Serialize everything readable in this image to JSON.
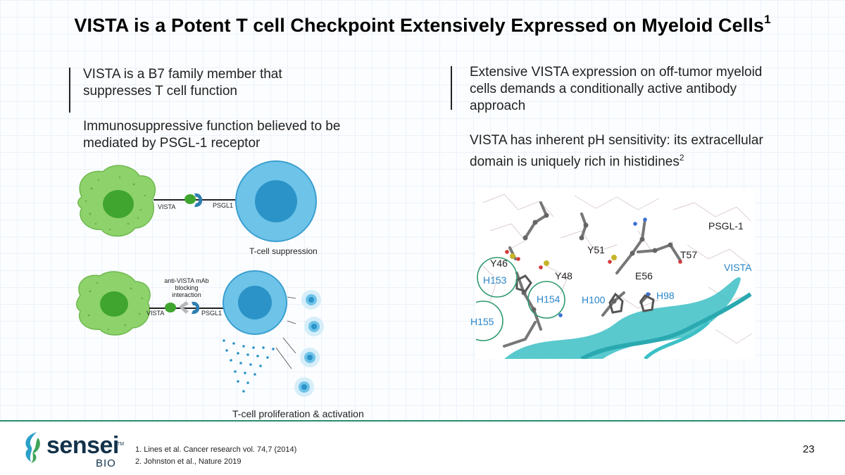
{
  "title": {
    "text": "VISTA is a Potent T cell Checkpoint Extensively Expressed on Myeloid Cells",
    "sup": "1"
  },
  "left": {
    "para1": "VISTA is a B7 family member that suppresses T cell function",
    "para2": "Immunosuppressive function believed to be mediated by PSGL-1 receptor"
  },
  "right": {
    "para1": "Extensive VISTA expression on off-tumor myeloid cells demands a conditionally active antibody approach",
    "para2": "VISTA has inherent pH sensitivity: its extracellular domain is uniquely rich in histidines",
    "para2_sup": "2"
  },
  "diagram_top": {
    "vista_label": "VISTA",
    "psgl1_label": "PSGL1",
    "caption": "T-cell suppression"
  },
  "diagram_bottom": {
    "mab_label_1": "anti-VISTA mAb",
    "mab_label_2": "blocking",
    "mab_label_3": "interaction",
    "vista_label": "VISTA",
    "psgl1_label": "PSGL1",
    "caption": "T-cell proliferation & activation"
  },
  "structure": {
    "psgl1": "PSGL-1",
    "vista": "VISTA",
    "y51": "Y51",
    "t57": "T57",
    "y46": "Y46",
    "y48": "Y48",
    "e56": "E56",
    "h153": "H153",
    "h154": "H154",
    "h100": "H100",
    "h98": "H98",
    "h155": "H155"
  },
  "footer": {
    "ref1": "1. Lines et al. Cancer research vol. 74,7 (2014)",
    "ref2": "2. Johnston et al., Nature 2019",
    "page_number": "23",
    "brand": "sensei",
    "brand_sub": "BIO",
    "brand_tm": "TM"
  },
  "colors": {
    "myeloid_green": "#8ed26b",
    "tcell_blue": "#6ec3e8",
    "nucleus_blue": "#2b93c7",
    "histidine_circle": "#2e9a6e",
    "ribbon_teal": "#3cc0c6",
    "footer_line": "#2d8a6b"
  }
}
